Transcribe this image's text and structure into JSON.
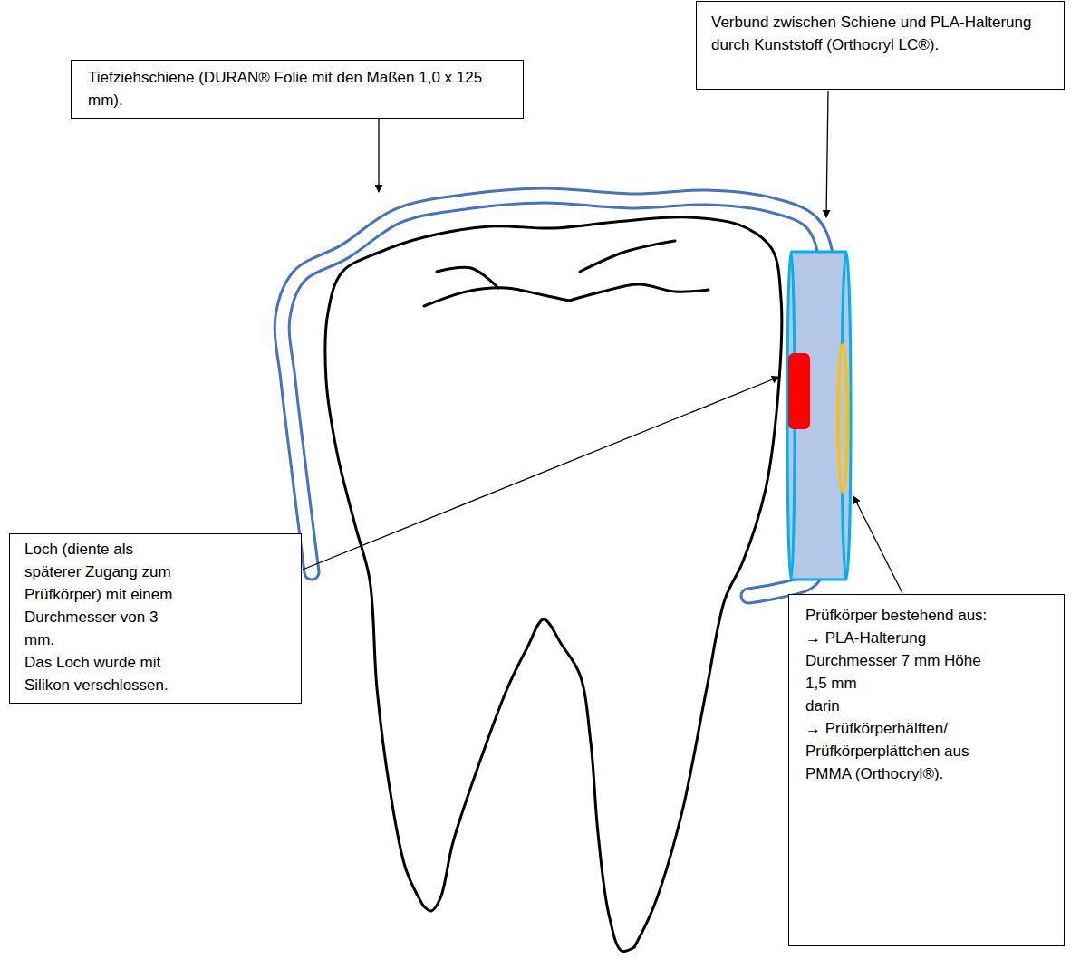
{
  "diagram": {
    "nodes": [
      {
        "text": [
          "Tiefziehschiene (DURAN® Folie mit den Maßen 1,0 x 125 mm)."
        ]
      },
      {
        "text": [
          "Verbund zwischen Schiene und PLA-Halterung durch Kunststoff (Orthocryl LC®)."
        ]
      },
      {
        "text": [
          "Loch (diente als späterer Zugang zum Prüfkörper) mit einem Durchmesser von 3 mm.",
          "Das Loch wurde mit Silikon verschlossen."
        ]
      },
      {
        "text": [
          "Prüfkörper bestehend aus:",
          "→ PLA-Halterung Durchmesser 7 mm Höhe 1,5 mm",
          "darin",
          "→ Prüfkörperhälften/ Prüfkörperplättchen aus PMMA (Orthocryl®)."
        ]
      }
    ],
    "edges": []
  }
}
